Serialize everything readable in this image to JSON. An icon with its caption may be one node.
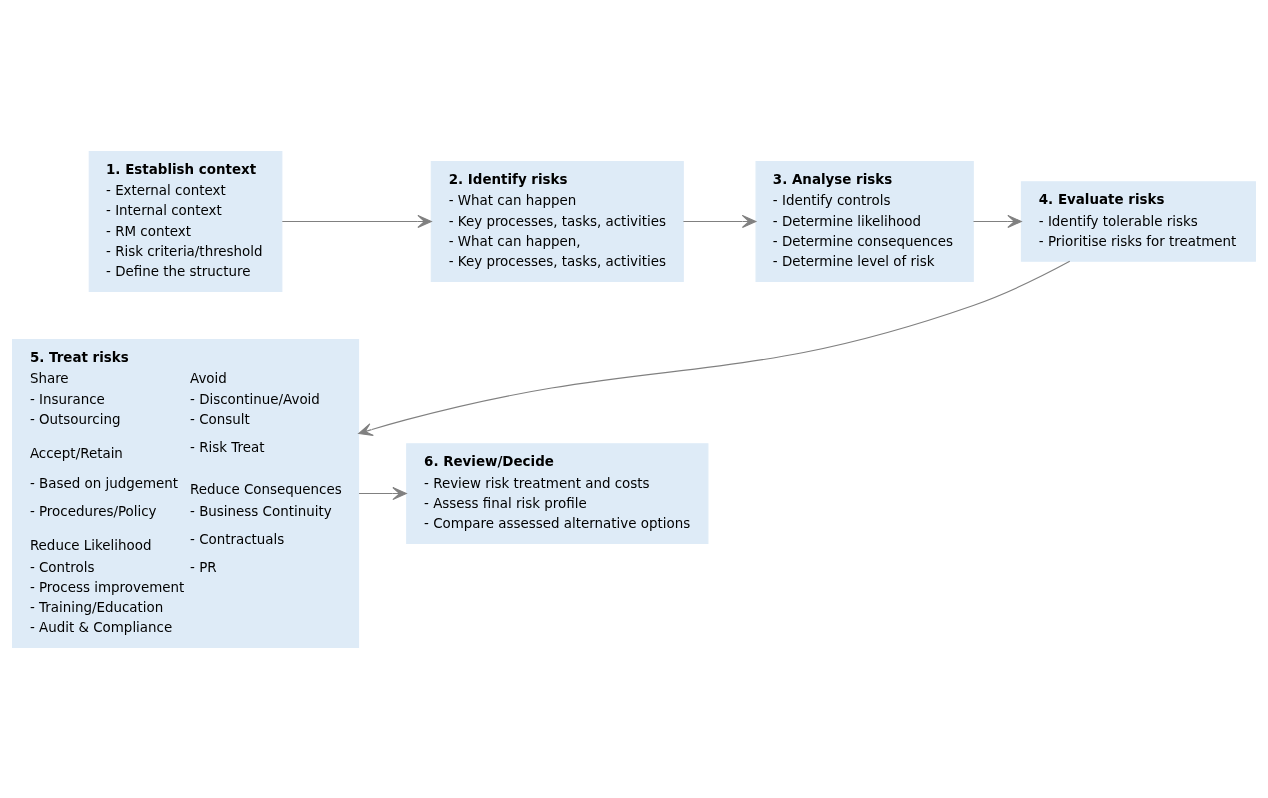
{
  "diagram": {
    "nodes": [
      {
        "text": [
          "1. Establish context",
          "- External context",
          "- Internal context",
          "- RM context",
          "- Risk criteria/threshold",
          "- Define the structure"
        ]
      },
      {
        "text": [
          "2. Identify risks",
          "- What can happen",
          "- Key processes, tasks, activities",
          "- What can happen,",
          "- Key processes, tasks, activities"
        ]
      },
      {
        "text": [
          "3. Analyse risks",
          "- Identify controls",
          "- Determine likelihood",
          "- Determine consequences",
          "- Determine level of risk"
        ]
      },
      {
        "text": [
          "4. Evaluate risks",
          "- Identify tolerable risks",
          "- Prioritise risks for treatment"
        ]
      },
      {
        "text": [
          "5. Treat risks",
          "Share",
          "- Insurance",
          "- Outsourcing",
          "Accept/Retain",
          "- Based on judgement",
          "- Procedures/Policy",
          "Reduce Likelihood",
          "- Controls",
          "- Process improvement",
          "- Training/Education",
          "- Audit & Compliance",
          "Avoid",
          "- Discontinue/Avoid",
          "- Consult",
          "- Risk Treat",
          "Reduce Consequences",
          "- Business Continuity",
          "- Contractuals",
          "- PR"
        ]
      },
      {
        "text": [
          "6. Review/Decide",
          "- Review risk treatment and costs",
          "- Assess final risk profile",
          "- Compare assessed alternative options"
        ]
      }
    ],
    "edges": [
      {
        "from": 0,
        "to": 1,
        "arrow": "to"
      },
      {
        "from": 1,
        "to": 2,
        "arrow": "to"
      },
      {
        "from": 2,
        "to": 3,
        "arrow": "to"
      },
      {
        "from": 3,
        "to": 4,
        "arrow": "to"
      },
      {
        "from": 4,
        "to": 5,
        "arrow": "to"
      }
    ]
  }
}
